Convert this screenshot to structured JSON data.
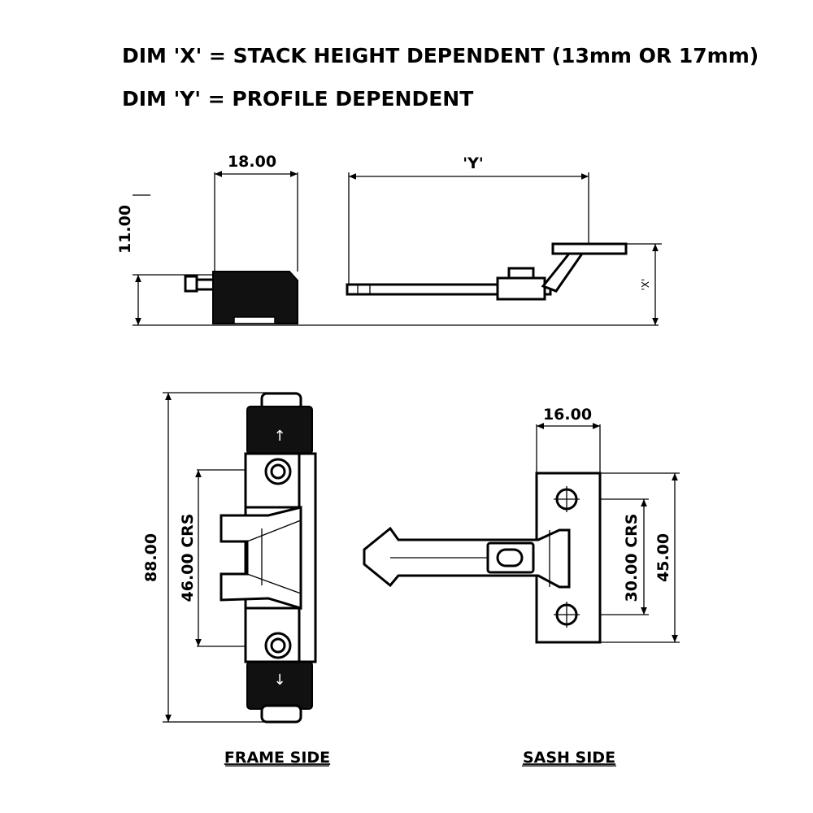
{
  "notes": {
    "dim_x": "DIM 'X' = STACK HEIGHT DEPENDENT (13mm  OR 17mm)",
    "dim_y": "DIM 'Y' = PROFILE DEPENDENT"
  },
  "side_view": {
    "width_label": "18.00",
    "height_label": "11.00",
    "y_label": "'Y'",
    "x_label": "'X'"
  },
  "frame_side": {
    "caption": "FRAME SIDE",
    "overall_label": "88.00",
    "centres_label": "46.00 CRS"
  },
  "sash_side": {
    "caption": "SASH SIDE",
    "width_label": "16.00",
    "centres_label": "30.00 CRS",
    "height_label": "45.00"
  }
}
